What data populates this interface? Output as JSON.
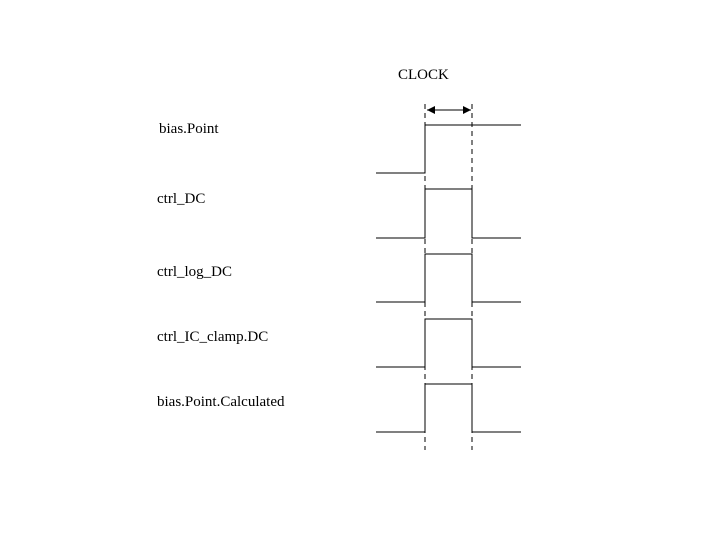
{
  "diagram": {
    "clock_label": "CLOCK",
    "signals": [
      {
        "name": "bias.Point",
        "waveform": "rise_stay_high"
      },
      {
        "name": "ctrl_DC",
        "waveform": "pulse"
      },
      {
        "name": "ctrl_log_DC",
        "waveform": "pulse"
      },
      {
        "name": "ctrl_IC_clamp.DC",
        "waveform": "pulse"
      },
      {
        "name": "bias.Point.Calculated",
        "waveform": "pulse"
      }
    ]
  }
}
